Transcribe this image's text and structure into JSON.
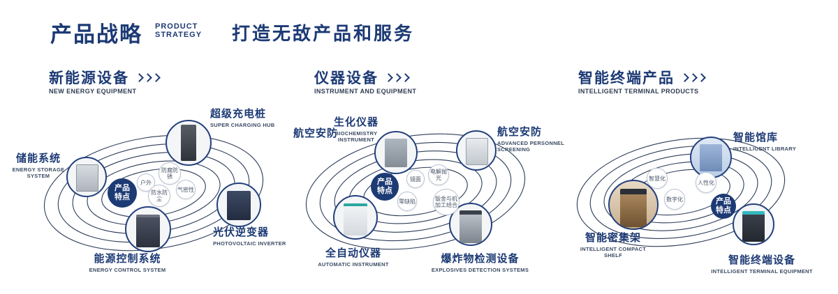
{
  "header": {
    "title_cn": "产品战略",
    "title_en1": "PRODUCT",
    "title_en2": "STRATEGY",
    "slogan": "打造无敌产品和服务"
  },
  "colors": {
    "navy": "#1c3a74"
  },
  "sections": [
    {
      "title": "新能源设备",
      "subtitle": "NEW ENERGY EQUIPMENT",
      "badge": [
        "产品",
        "特点"
      ],
      "features": [
        "户外",
        "防腐防锈",
        "防水防尘",
        "气密性"
      ],
      "items": [
        {
          "label": "储能系统",
          "sub": "ENERGY STORAGE SYSTEM"
        },
        {
          "label": "超级充电桩",
          "sub": "SUPER CHARGING HUB"
        },
        {
          "label": "光伏逆变器",
          "sub": "PHOTOVOLTAIC INVERTER"
        },
        {
          "label": "能源控制系统",
          "sub": "ENERGY CONTROL SYSTEM"
        }
      ]
    },
    {
      "title": "仪器设备",
      "subtitle": "INSTRUMENT AND EQUIPMENT",
      "badge": [
        "产品",
        "特点"
      ],
      "side_label": "航空安防",
      "features": [
        "镜面",
        "电解抛光",
        "零缺陷",
        "钣金与机加工结合"
      ],
      "items": [
        {
          "label": "生化仪器",
          "sub": "BIOCHEMISTRY INSTRUMENT"
        },
        {
          "label": "航空安防",
          "sub": "ADVANCED PERSONNEL SCREENING"
        },
        {
          "label": "全自动仪器",
          "sub": "AUTOMATIC INSTRUMENT"
        },
        {
          "label": "爆炸物检测设备",
          "sub": "EXPLOSIVES DETECTION SYSTEMS"
        }
      ]
    },
    {
      "title": "智能终端产品",
      "subtitle": "INTELLIGENT TERMINAL PRODUCTS",
      "badge": [
        "产品",
        "特点"
      ],
      "features": [
        "智慧化",
        "人性化",
        "数字化"
      ],
      "items": [
        {
          "label": "智能馆库",
          "sub": "INTELLIGENT LIBRARY"
        },
        {
          "label": "智能密集架",
          "sub": "INTELLIGENT COMPACT SHELF"
        },
        {
          "label": "智能终端设备",
          "sub": "INTELLIGENT TERMINAL EQUIPMENT"
        }
      ]
    }
  ]
}
